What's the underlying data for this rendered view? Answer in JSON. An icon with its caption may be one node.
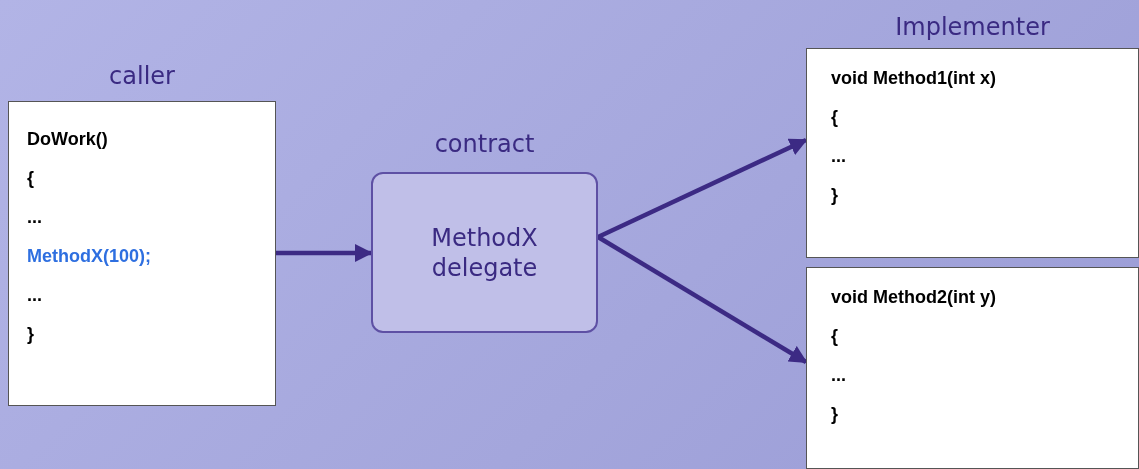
{
  "diagram": {
    "nodes": [
      {
        "text": [
          "caller",
          "DoWork()",
          "{",
          "...",
          "MethodX(100);",
          "...",
          "}"
        ]
      },
      {
        "text": [
          "contract",
          "MethodX delegate"
        ]
      },
      {
        "text": [
          "Implementer",
          "void Method1(int x)",
          "{",
          "...",
          "}"
        ]
      },
      {
        "text": [
          "void Method2(int y)",
          "{",
          "...",
          "}"
        ]
      }
    ],
    "edges": [
      {
        "from": 0,
        "to": 1,
        "arrow": "to"
      },
      {
        "from": 1,
        "to": 2,
        "arrow": "to"
      },
      {
        "from": 1,
        "to": 3,
        "arrow": "to"
      }
    ]
  }
}
